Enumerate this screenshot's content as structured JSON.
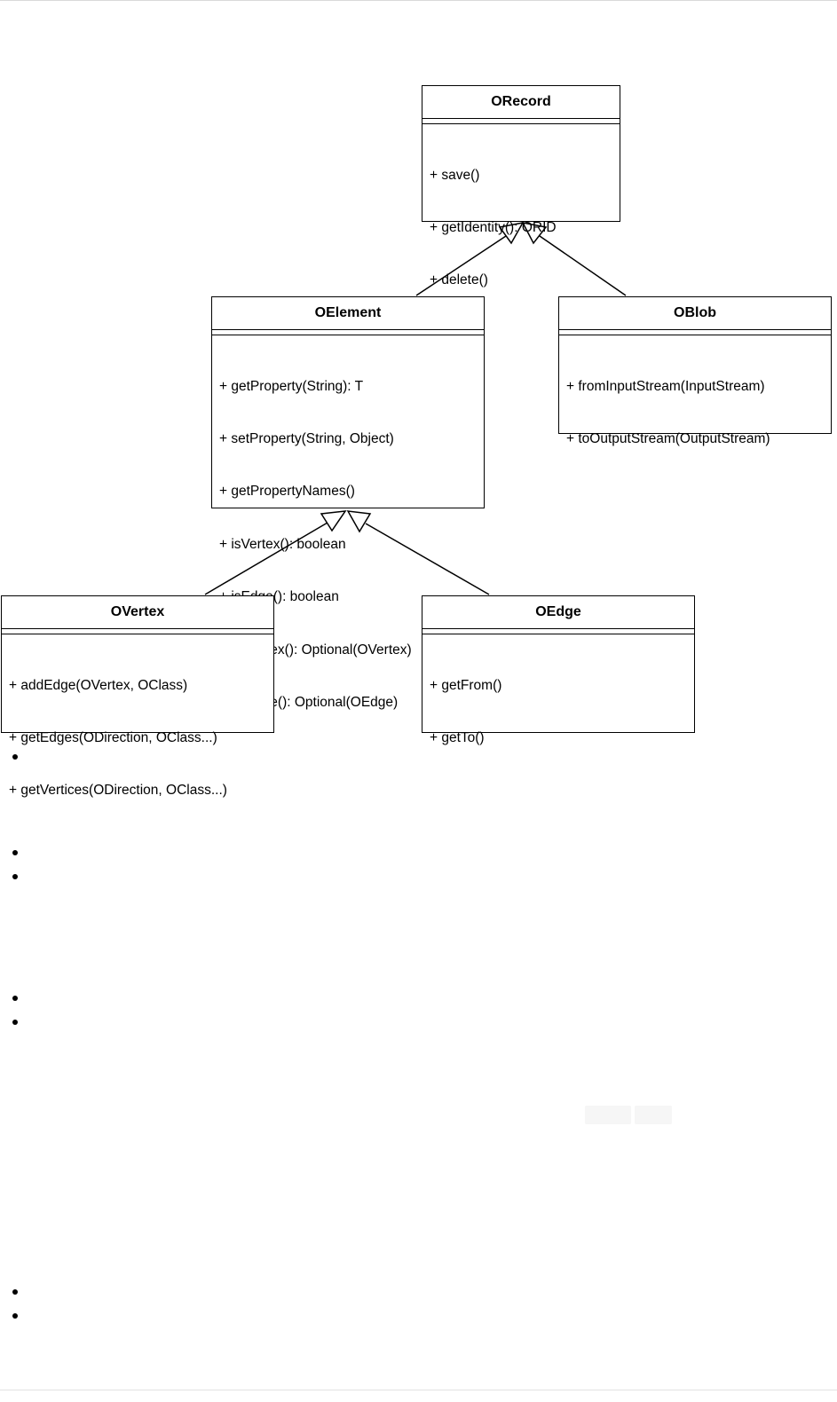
{
  "diagram": {
    "classes": {
      "orecord": {
        "name": "ORecord",
        "methods": [
          "+ save()",
          "+ getIdentity(): ORID",
          "+ delete()"
        ]
      },
      "oelement": {
        "name": "OElement",
        "methods": [
          "+ getProperty(String): T",
          "+ setProperty(String, Object)",
          "+ getPropertyNames()",
          "+ isVertex(): boolean",
          "+ isEdge(): boolean",
          "+ asVertex(): Optional(OVertex)",
          "+ asEdge(): Optional(OEdge)"
        ]
      },
      "oblob": {
        "name": "OBlob",
        "methods": [
          "+ fromInputStream(InputStream)",
          "+ toOutputStream(OutputStream)"
        ]
      },
      "overtex": {
        "name": "OVertex",
        "methods": [
          "+ addEdge(OVertex, OClass)",
          "+ getEdges(ODirection, OClass...)",
          "+ getVertices(ODirection, OClass...)"
        ]
      },
      "oedge": {
        "name": "OEdge",
        "methods": [
          "+ getFrom()",
          "+ getTo()"
        ]
      }
    },
    "inheritance": [
      {
        "child": "OElement",
        "parent": "ORecord"
      },
      {
        "child": "OBlob",
        "parent": "ORecord"
      },
      {
        "child": "OVertex",
        "parent": "OElement"
      },
      {
        "child": "OEdge",
        "parent": "OElement"
      }
    ],
    "colors": {
      "line": "#000000",
      "background": "#ffffff"
    }
  }
}
